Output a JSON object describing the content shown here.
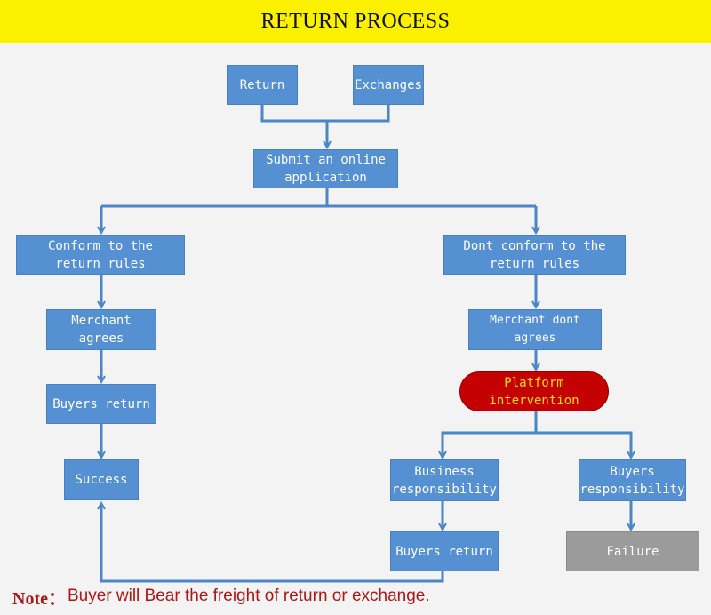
{
  "title": "RETURN PROCESS",
  "nodes": {
    "return": "Return",
    "exchanges": "Exchanges",
    "submit": "Submit an online\napplication",
    "conform": "Conform to the\nreturn rules",
    "dont_conform": "Dont conform to the\nreturn rules",
    "merchant_agrees": "Merchant agrees",
    "merchant_dont_agrees": "Merchant dont agrees",
    "buyers_return_left": "Buyers return",
    "platform_intervention": "Platform\nintervention",
    "success": "Success",
    "business_responsibility": "Business\nresponsibility",
    "buyers_responsibility": "Buyers\nresponsibility",
    "buyers_return_right": "Buyers return",
    "failure": "Failure"
  },
  "note": {
    "prefix": "Note：",
    "text": "Buyer will Bear the freight of return or exchange."
  },
  "colors": {
    "header_bg": "#fbf000",
    "box_blue": "#5490d2",
    "pill_red": "#c40000",
    "pill_text": "#ffe000",
    "failure_gray": "#9b9b9b",
    "note_red": "#b01515"
  }
}
